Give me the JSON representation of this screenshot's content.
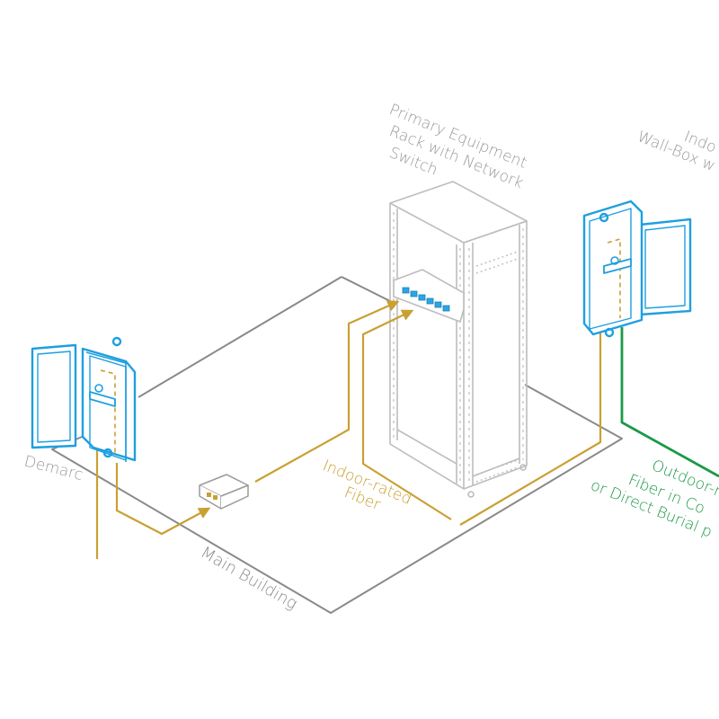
{
  "labels": {
    "demarc": "Demarc",
    "main_building": "Main Building",
    "rack": [
      "Primary Equipment",
      "Rack with Network",
      "Switch"
    ],
    "indoor_fiber": [
      "Indoor-rated",
      "Fiber"
    ],
    "wallbox": [
      "Indo",
      "Wall-Box w"
    ],
    "outdoor_fiber": [
      "Outdoor-r",
      "Fiber in Co",
      "or Direct Burial p"
    ]
  },
  "colors": {
    "building_outline": "#8a8a8a",
    "enclosure": "#1e9fe0",
    "indoor_fiber": "#c9a032",
    "outdoor_fiber": "#1a9a46",
    "rack": "#bdbdbd",
    "label_gray": "#9a9a9a"
  },
  "icons": [
    "wall-box-enclosure-icon",
    "media-converter-icon",
    "equipment-rack-icon",
    "network-switch-icon",
    "arrowhead-icon"
  ]
}
